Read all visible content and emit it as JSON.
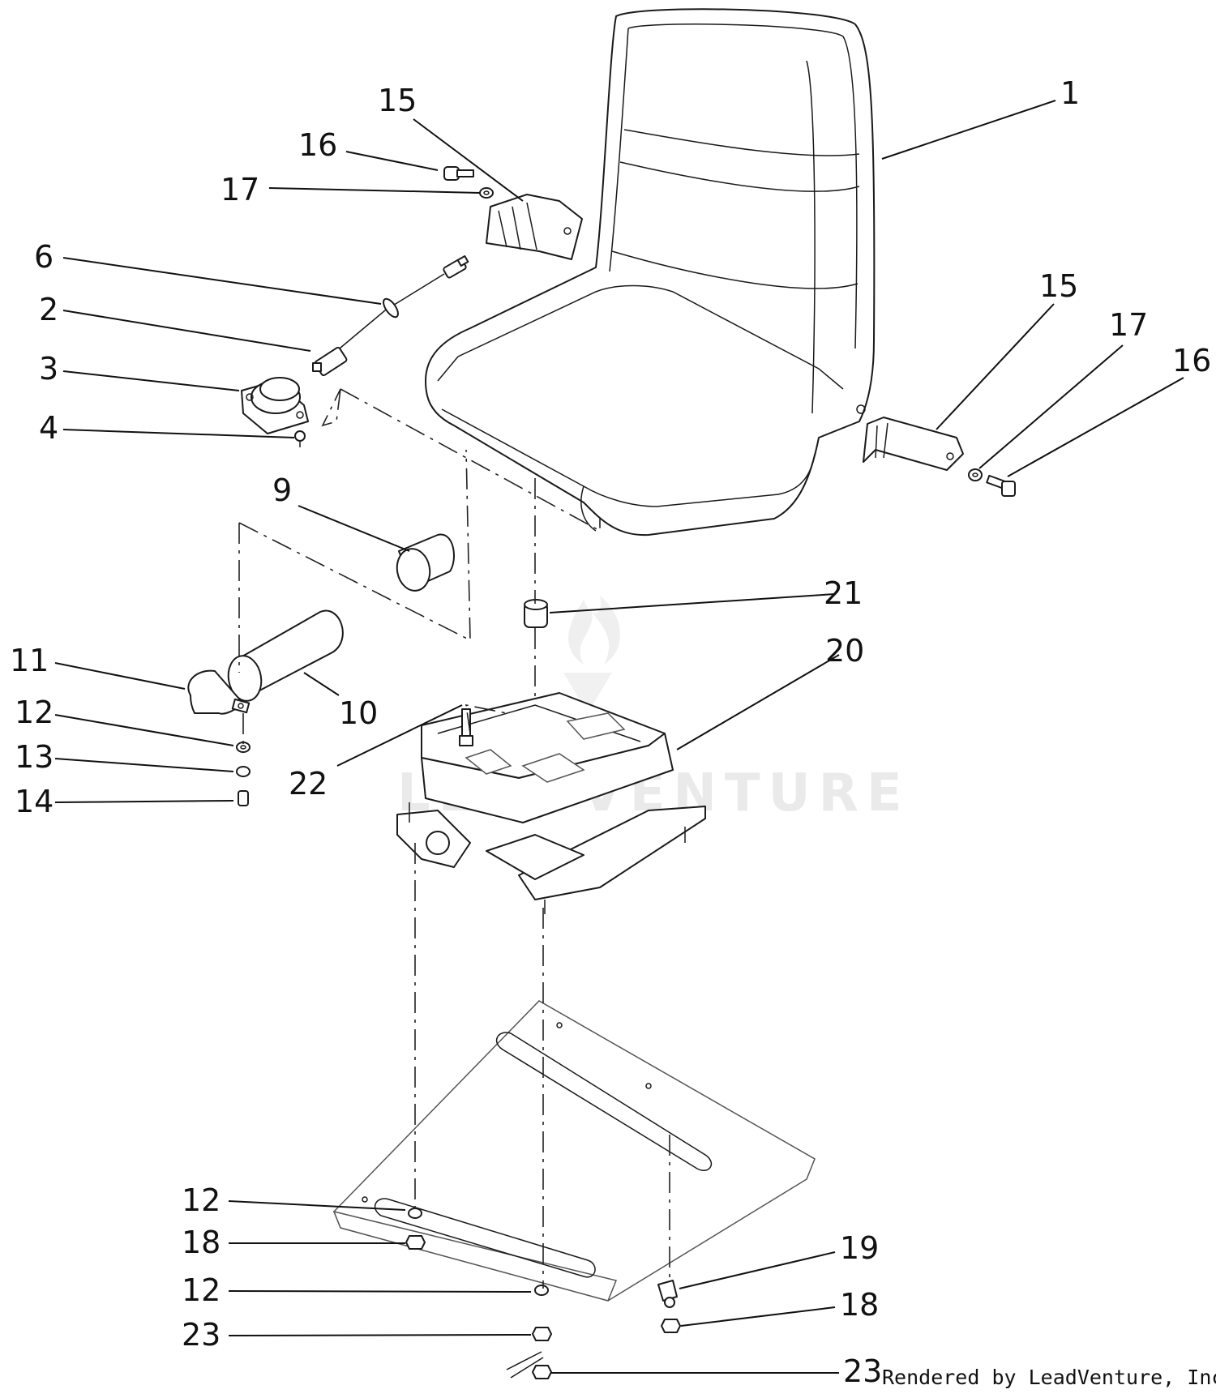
{
  "callouts": {
    "c1": "1",
    "c15a": "15",
    "c16a": "16",
    "c17a": "17",
    "c6": "6",
    "c2": "2",
    "c3": "3",
    "c4": "4",
    "c15b": "15",
    "c17b": "17",
    "c16b": "16",
    "c9": "9",
    "c21": "21",
    "c20": "20",
    "c11": "11",
    "c10": "10",
    "c12a": "12",
    "c13": "13",
    "c14": "14",
    "c22": "22",
    "c12b": "12",
    "c18a": "18",
    "c19": "19",
    "c12c": "12",
    "c18b": "18",
    "c23a": "23",
    "c23b": "23"
  },
  "watermark": "LEADVENTURE",
  "credit": "Rendered by LeadVenture, Inc."
}
